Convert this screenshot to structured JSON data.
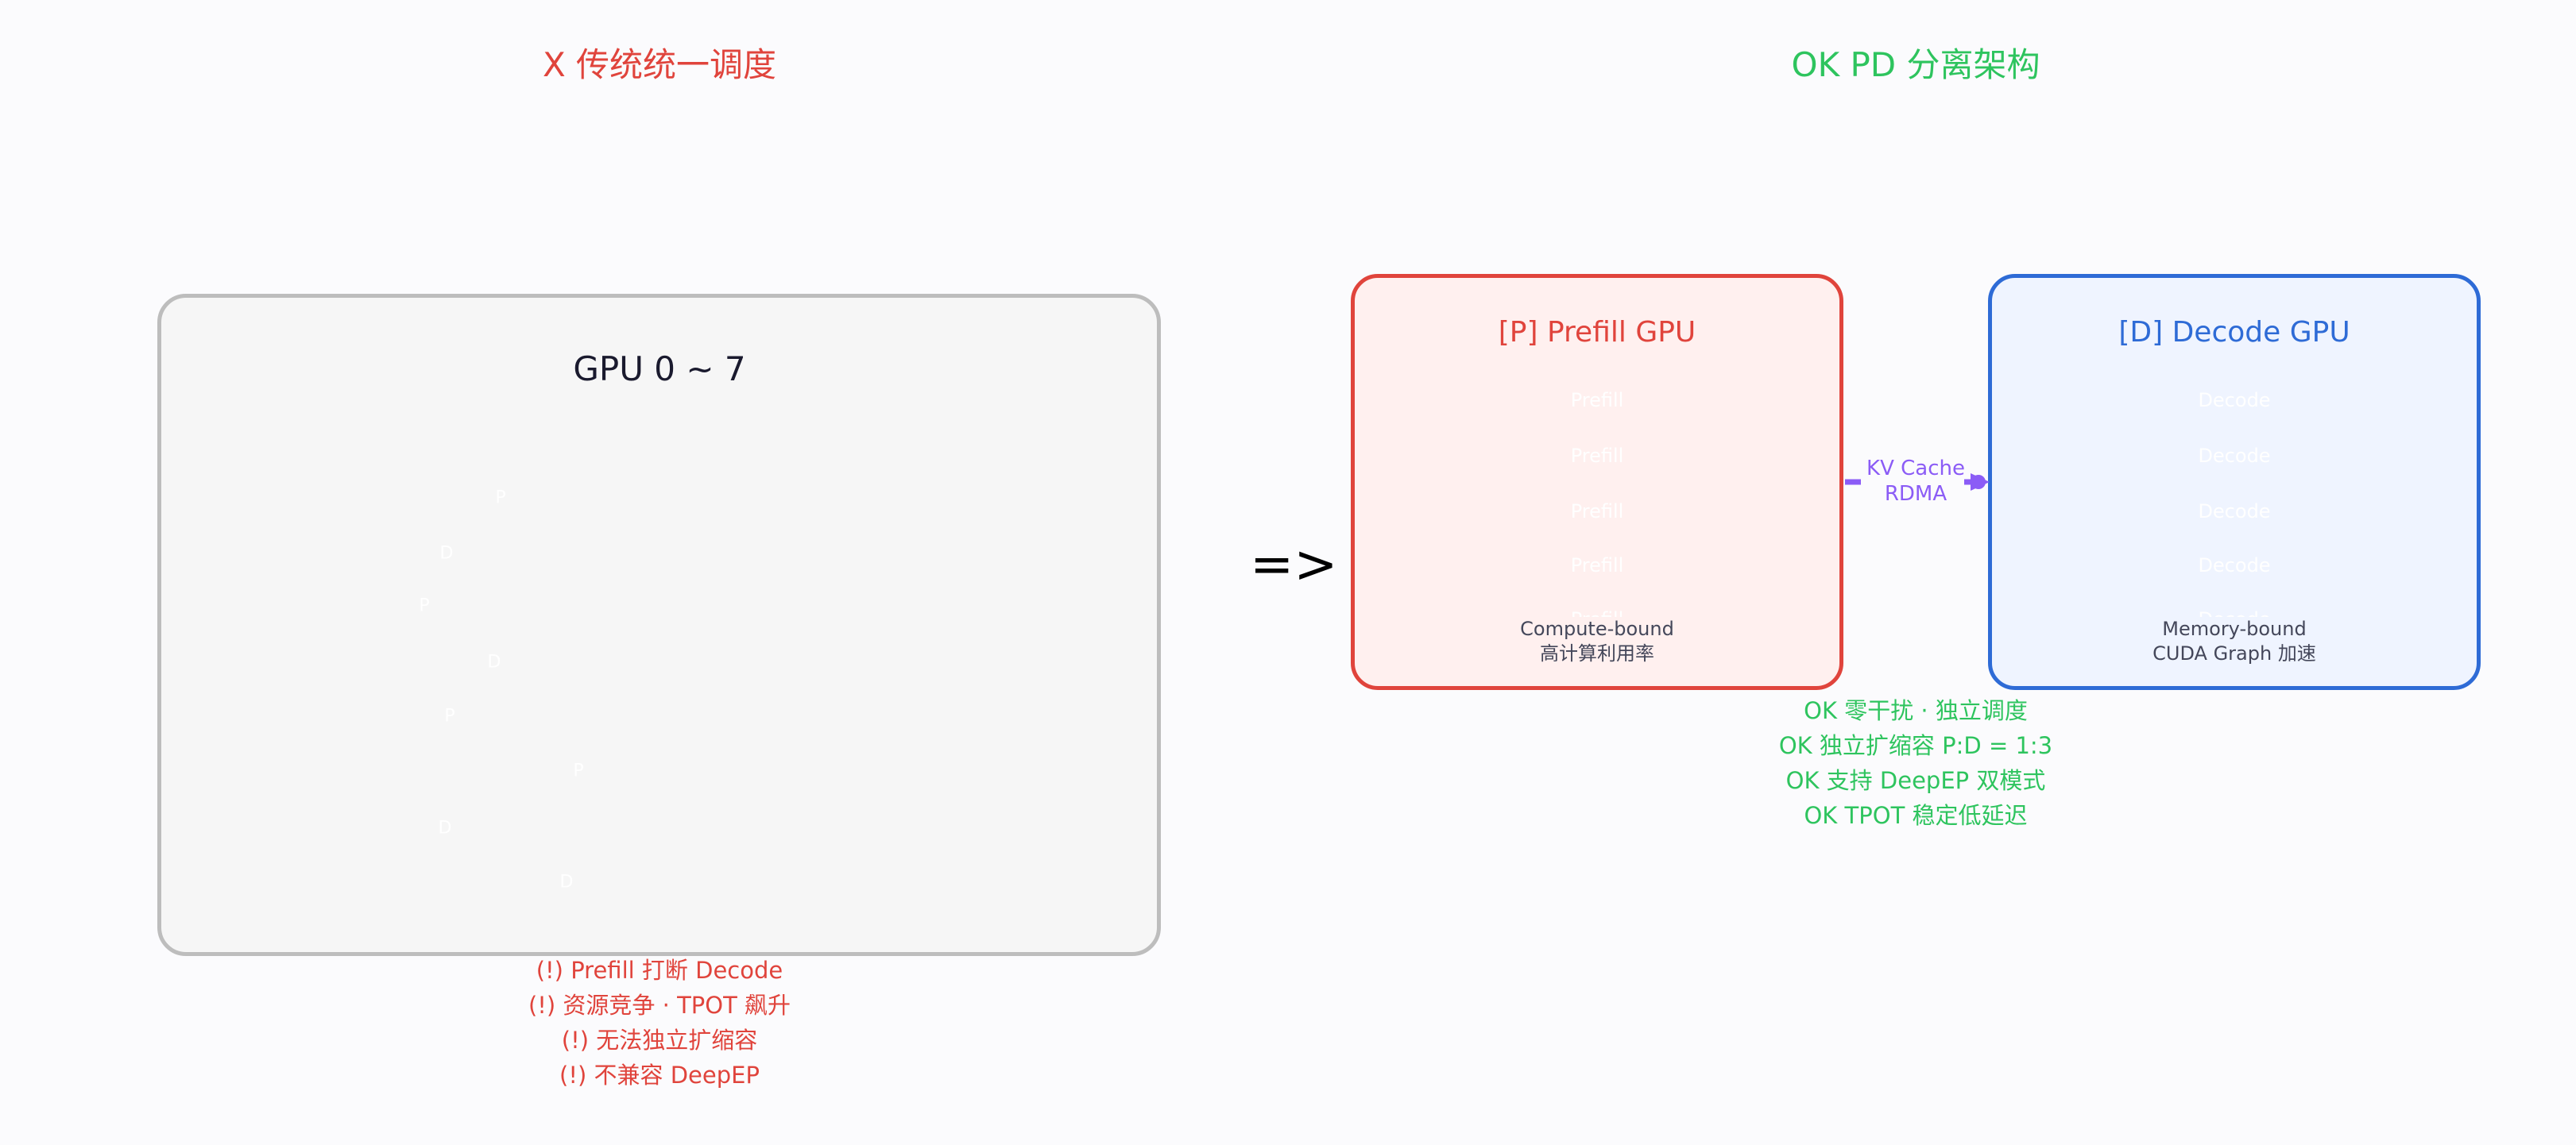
{
  "left": {
    "title": "X 传统统一调度",
    "gpu_label": "GPU 0 ~ 7",
    "chips": [
      "P",
      "D",
      "P",
      "D",
      "P",
      "P",
      "D",
      "D"
    ],
    "issues": [
      "(!) Prefill 打断 Decode",
      "(!) 资源竞争 · TPOT 飙升",
      "(!) 无法独立扩缩容",
      "(!) 不兼容 DeepEP"
    ]
  },
  "arrow": "=>",
  "right": {
    "title": "OK PD 分离架构",
    "prefill": {
      "title": "[P] Prefill GPU",
      "tasks": [
        "Prefill",
        "Prefill",
        "Prefill",
        "Prefill",
        "Prefill"
      ],
      "foot_line1": "Compute-bound",
      "foot_line2": "高计算利用率"
    },
    "decode": {
      "title": "[D] Decode GPU",
      "tasks": [
        "Decode",
        "Decode",
        "Decode",
        "Decode",
        "Decode"
      ],
      "foot_line1": "Memory-bound",
      "foot_line2": "CUDA Graph 加速"
    },
    "link_line1": "KV Cache",
    "link_line2": "RDMA",
    "benefits": [
      "OK 零干扰 · 独立调度",
      "OK 独立扩缩容 P:D = 1:3",
      "OK 支持 DeepEP 双模式",
      "OK TPOT 稳定低延迟"
    ]
  },
  "colors": {
    "red": "#e0443c",
    "green": "#2ec45e",
    "blue": "#2e6bd6",
    "purple": "#8b5cf6",
    "gray_border": "#bdbdbd"
  }
}
